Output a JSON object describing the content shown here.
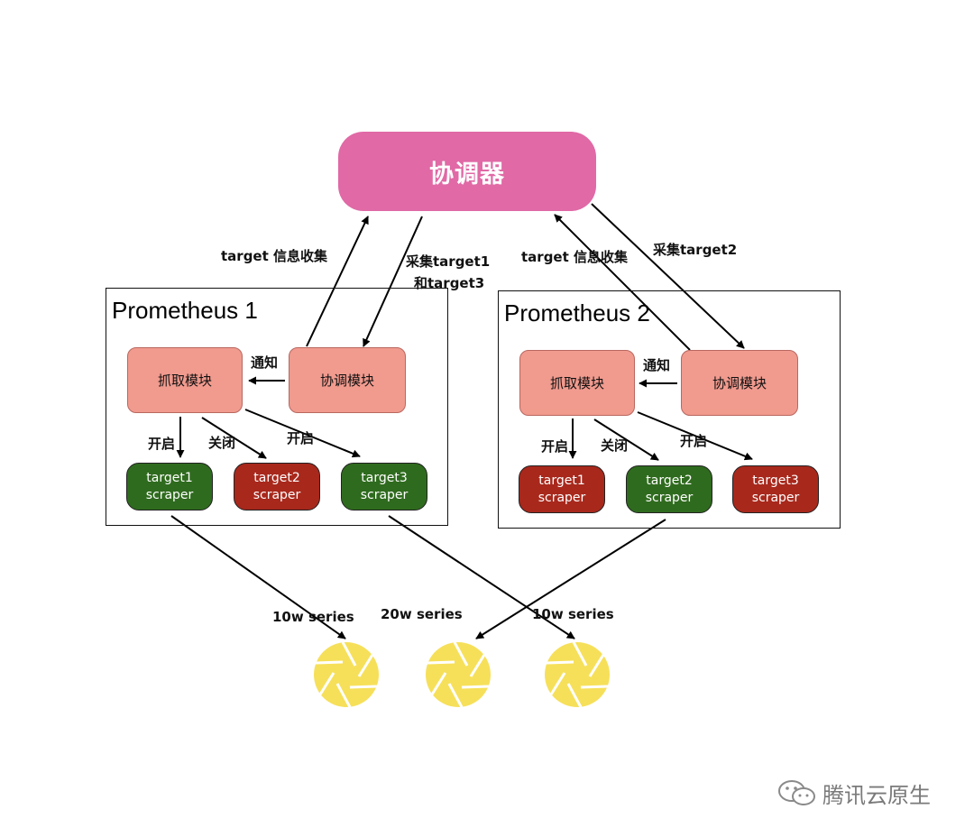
{
  "coordinator": {
    "label": "协调器"
  },
  "prometheus1": {
    "title": "Prometheus 1",
    "fetch_module": "抓取模块",
    "coord_module": "协调模块",
    "notify_label": "通知",
    "edge_labels": {
      "t1": "开启",
      "t2": "关闭",
      "t3": "开启"
    },
    "scrapers": [
      {
        "name": "target1",
        "sub": "scraper",
        "state": "on"
      },
      {
        "name": "target2",
        "sub": "scraper",
        "state": "off"
      },
      {
        "name": "target3",
        "sub": "scraper",
        "state": "on"
      }
    ]
  },
  "prometheus2": {
    "title": "Prometheus 2",
    "fetch_module": "抓取模块",
    "coord_module": "协调模块",
    "notify_label": "通知",
    "edge_labels": {
      "t1": "开启",
      "t2": "关闭",
      "t3": "开启"
    },
    "scrapers": [
      {
        "name": "target1",
        "sub": "scraper",
        "state": "off"
      },
      {
        "name": "target2",
        "sub": "scraper",
        "state": "on"
      },
      {
        "name": "target3",
        "sub": "scraper",
        "state": "off"
      }
    ]
  },
  "arrows": {
    "p1_up": "target 信息收集",
    "p1_down_line1": "采集target1",
    "p1_down_line2": "和target3",
    "p2_up": "target 信息收集",
    "p2_down": "采集target2"
  },
  "targets": [
    {
      "series": "10w series"
    },
    {
      "series": "20w series"
    },
    {
      "series": "10w series"
    }
  ],
  "colors": {
    "coordinator": "#e069a6",
    "module": "#f19a8e",
    "scraper_on": "#2f6b1e",
    "scraper_off": "#a8281c",
    "target": "#f6e05a"
  },
  "watermark": {
    "text": "腾讯云原生",
    "icon": "wechat-icon"
  }
}
